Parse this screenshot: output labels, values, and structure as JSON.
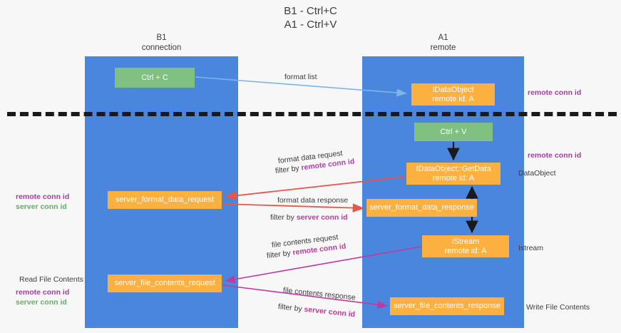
{
  "title": "B1 - Ctrl+C\nA1 - Ctrl+V",
  "lanes": [
    {
      "id": "b1",
      "heading": "B1\nconnection"
    },
    {
      "id": "a1",
      "heading": "A1\nremote"
    }
  ],
  "boxes": {
    "ctrl_c": "Ctrl + C",
    "idataobject": "IDataObject\nremote id: A",
    "ctrl_v": "Ctrl + V",
    "getdata": "IDataObject::GetData\nremote id: A",
    "server_format_data_request": "server_format_data_request",
    "server_format_data_response": "server_format_data_response",
    "istream": "IStream\nremote id: A",
    "server_file_contents_request": "server_file_contents_request",
    "server_file_contents_response": "server_file_contents_response"
  },
  "edge_labels": {
    "format_list": "format list",
    "format_data_request": "format data request",
    "format_data_request_filter_prefix": "filter by ",
    "format_data_request_filter_key": "remote conn id",
    "format_data_response": "format data response",
    "format_data_response_filter_prefix": "filter by ",
    "format_data_response_filter_key": "server conn id",
    "file_contents_request": "file contents request",
    "file_contents_request_filter_prefix": "filter by ",
    "file_contents_request_filter_key": "remote conn id",
    "file_contents_response": "file contents response",
    "file_contents_response_filter_prefix": "filter by ",
    "file_contents_response_filter_key": "server conn id"
  },
  "annotations": {
    "right_remote_conn_id_top": "remote conn id",
    "right_remote_conn_id_mid": "remote conn id",
    "right_dataobject": "DataObject",
    "right_istream": "Istream",
    "right_write_file_contents": "Write File Contents",
    "left_remote_conn_id": "remote conn id",
    "left_server_conn_id": "server conn id",
    "left_read_file_contents": "Read File Contents",
    "left_remote_conn_id_2": "remote conn id",
    "left_server_conn_id_2": "server conn id"
  },
  "colors": {
    "lane": "#4a86dd",
    "green_box": "#80c080",
    "orange_box": "#fbb040",
    "arrow_blue": "#7fb4e8",
    "arrow_red": "#e8564a",
    "arrow_magenta": "#c0399f",
    "arrow_black": "#1a1a1a",
    "accent_purple": "#a13fa1",
    "accent_green": "#6aa96a",
    "background": "#f7f7f7"
  }
}
